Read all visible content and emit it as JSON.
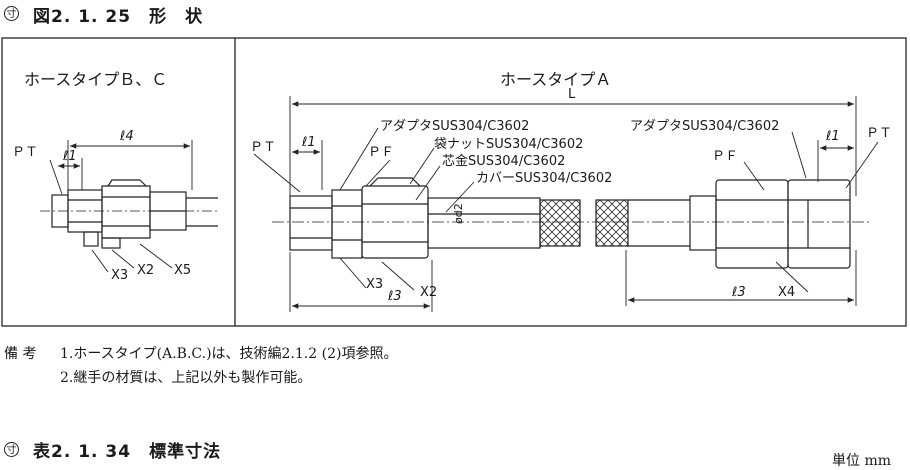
{
  "figure": {
    "icon": "section-mark-icon",
    "heading": "図2. 1. 25　形　状",
    "left_title": "ホースタイプＢ、Ｃ",
    "right_title": "ホースタイプＡ",
    "left_labels": {
      "pt": "ＰＴ",
      "l4": "ℓ4",
      "l1": "ℓ1",
      "x3": "X3",
      "x2": "X2",
      "x5": "X5"
    },
    "right_labels": {
      "L": "L",
      "pt_left": "ＰＴ",
      "pt_right": "ＰＴ",
      "l1_left": "ℓ1",
      "l1_right": "ℓ1",
      "pf_left": "ＰＦ",
      "pf_right": "ＰＦ",
      "d2": "ød2",
      "x3": "X3",
      "l3_left": "ℓ3",
      "x2": "X2",
      "l3_right": "ℓ3",
      "x4": "X4"
    },
    "callouts": {
      "adapter_left": "アダプタSUS304/C3602",
      "bag_nut": "袋ナットSUS304/C3602",
      "core_metal": "芯金SUS304/C3602",
      "cover": "カバーSUS304/C3602",
      "adapter_right": "アダプタSUS304/C3602"
    }
  },
  "remarks": {
    "label": "備 考",
    "line1": "1.ホースタイプ(A.B.C.)は、技術編2.1.2 (2)項参照。",
    "line2": "2.継手の材質は、上記以外も製作可能。"
  },
  "table": {
    "icon": "section-mark-icon",
    "heading": "表2. 1. 34　標準寸法",
    "unit": "単位 mm"
  }
}
